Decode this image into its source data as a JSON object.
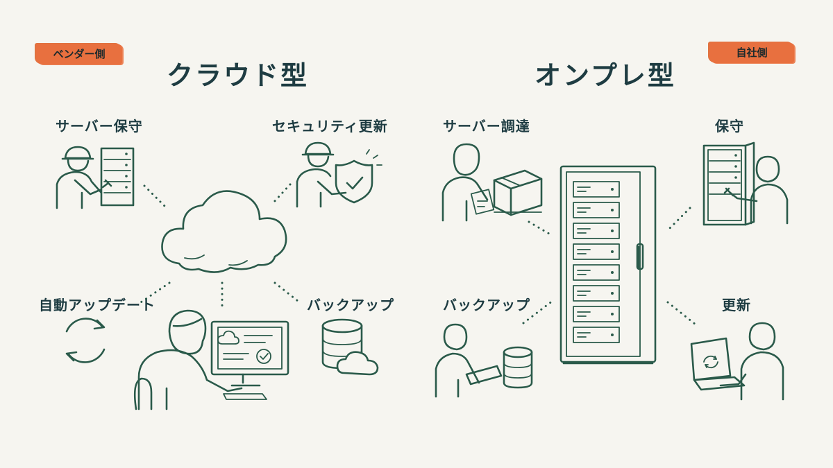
{
  "cloud": {
    "badge": "ベンダー側",
    "title": "クラウド型",
    "items": [
      "サーバー保守",
      "セキュリティ更新",
      "自動アップデート",
      "バックアップ"
    ]
  },
  "onprem": {
    "badge": "自社側",
    "title": "オンプレ型",
    "items": [
      "サーバー調達",
      "保守",
      "バックアップ",
      "更新"
    ]
  },
  "colors": {
    "ink": "#2a5a4a",
    "badge": "#e8703f",
    "background": "#f6f5f0"
  }
}
